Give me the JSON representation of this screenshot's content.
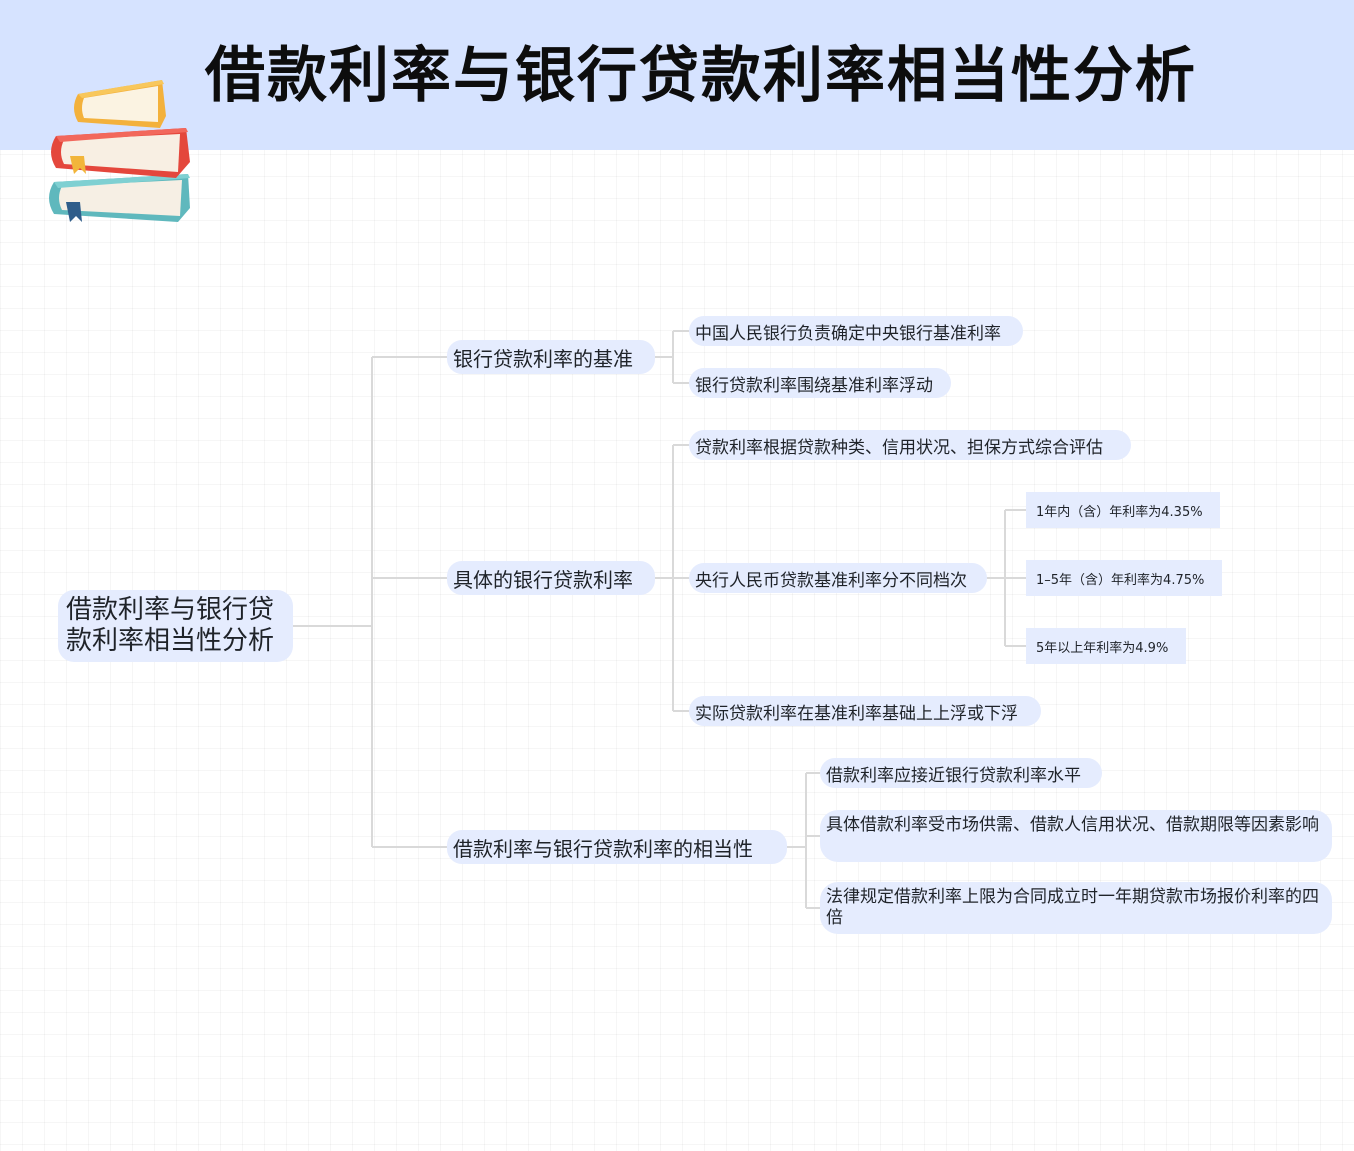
{
  "header": {
    "title": "借款利率与银行贷款利率相当性分析"
  },
  "colors": {
    "header_bg": "#d6e3ff",
    "node_bg": "#e5ecfe",
    "connector": "#d9d9d9"
  },
  "mindmap": {
    "root": "借款利率与银行贷款利率相当性分析",
    "branch1": {
      "label": "银行贷款利率的基准",
      "items": [
        "中国人民银行负责确定中央银行基准利率",
        "银行贷款利率围绕基准利率浮动"
      ]
    },
    "branch2": {
      "label": "具体的银行贷款利率",
      "items": [
        "贷款利率根据贷款种类、信用状况、担保方式综合评估",
        "央行人民币贷款基准利率分不同档次",
        "实际贷款利率在基准利率基础上上浮或下浮"
      ],
      "tiers": [
        "1年内（含）年利率为4.35%",
        "1–5年（含）年利率为4.75%",
        "5年以上年利率为4.9%"
      ]
    },
    "branch3": {
      "label": "借款利率与银行贷款利率的相当性",
      "items": [
        "借款利率应接近银行贷款利率水平",
        "具体借款利率受市场供需、借款人信用状况、借款期限等因素影响",
        "法律规定借款利率上限为合同成立时一年期贷款市场报价利率的四倍"
      ]
    }
  }
}
